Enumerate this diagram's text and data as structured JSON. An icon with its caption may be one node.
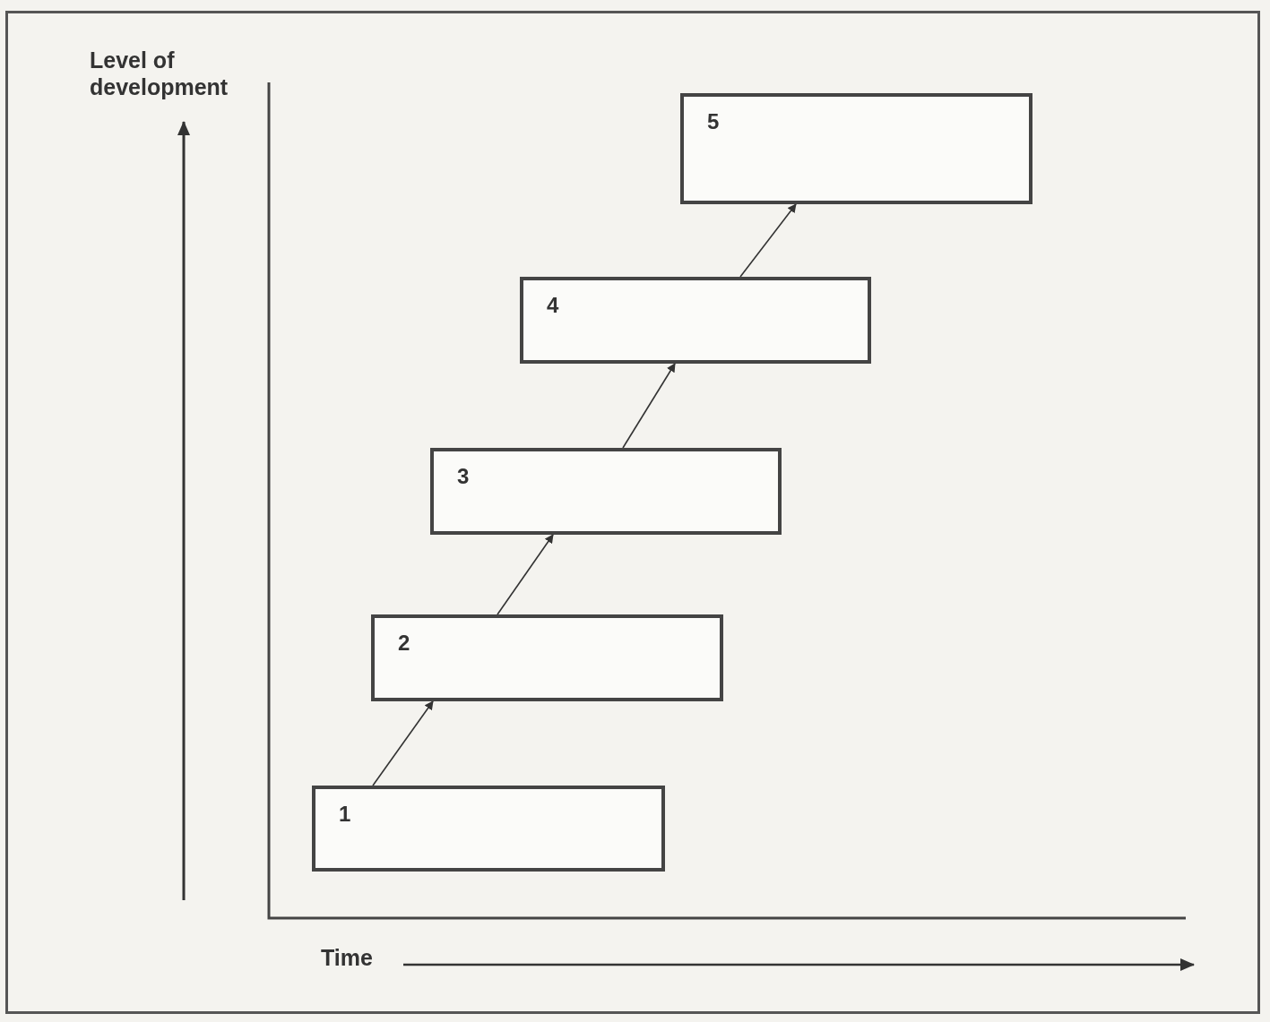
{
  "diagram": {
    "nodes": [
      {
        "text": [
          "1"
        ]
      },
      {
        "text": [
          "2"
        ]
      },
      {
        "text": [
          "3"
        ]
      },
      {
        "text": [
          "4"
        ]
      },
      {
        "text": [
          "5"
        ]
      }
    ],
    "edges": [
      {
        "from": 0,
        "to": 1,
        "arrow": "to"
      },
      {
        "from": 1,
        "to": 2,
        "arrow": "to"
      },
      {
        "from": 2,
        "to": 3,
        "arrow": "to"
      },
      {
        "from": 3,
        "to": 4,
        "arrow": "to"
      }
    ],
    "labels": [
      "Level of development",
      "Time"
    ]
  }
}
